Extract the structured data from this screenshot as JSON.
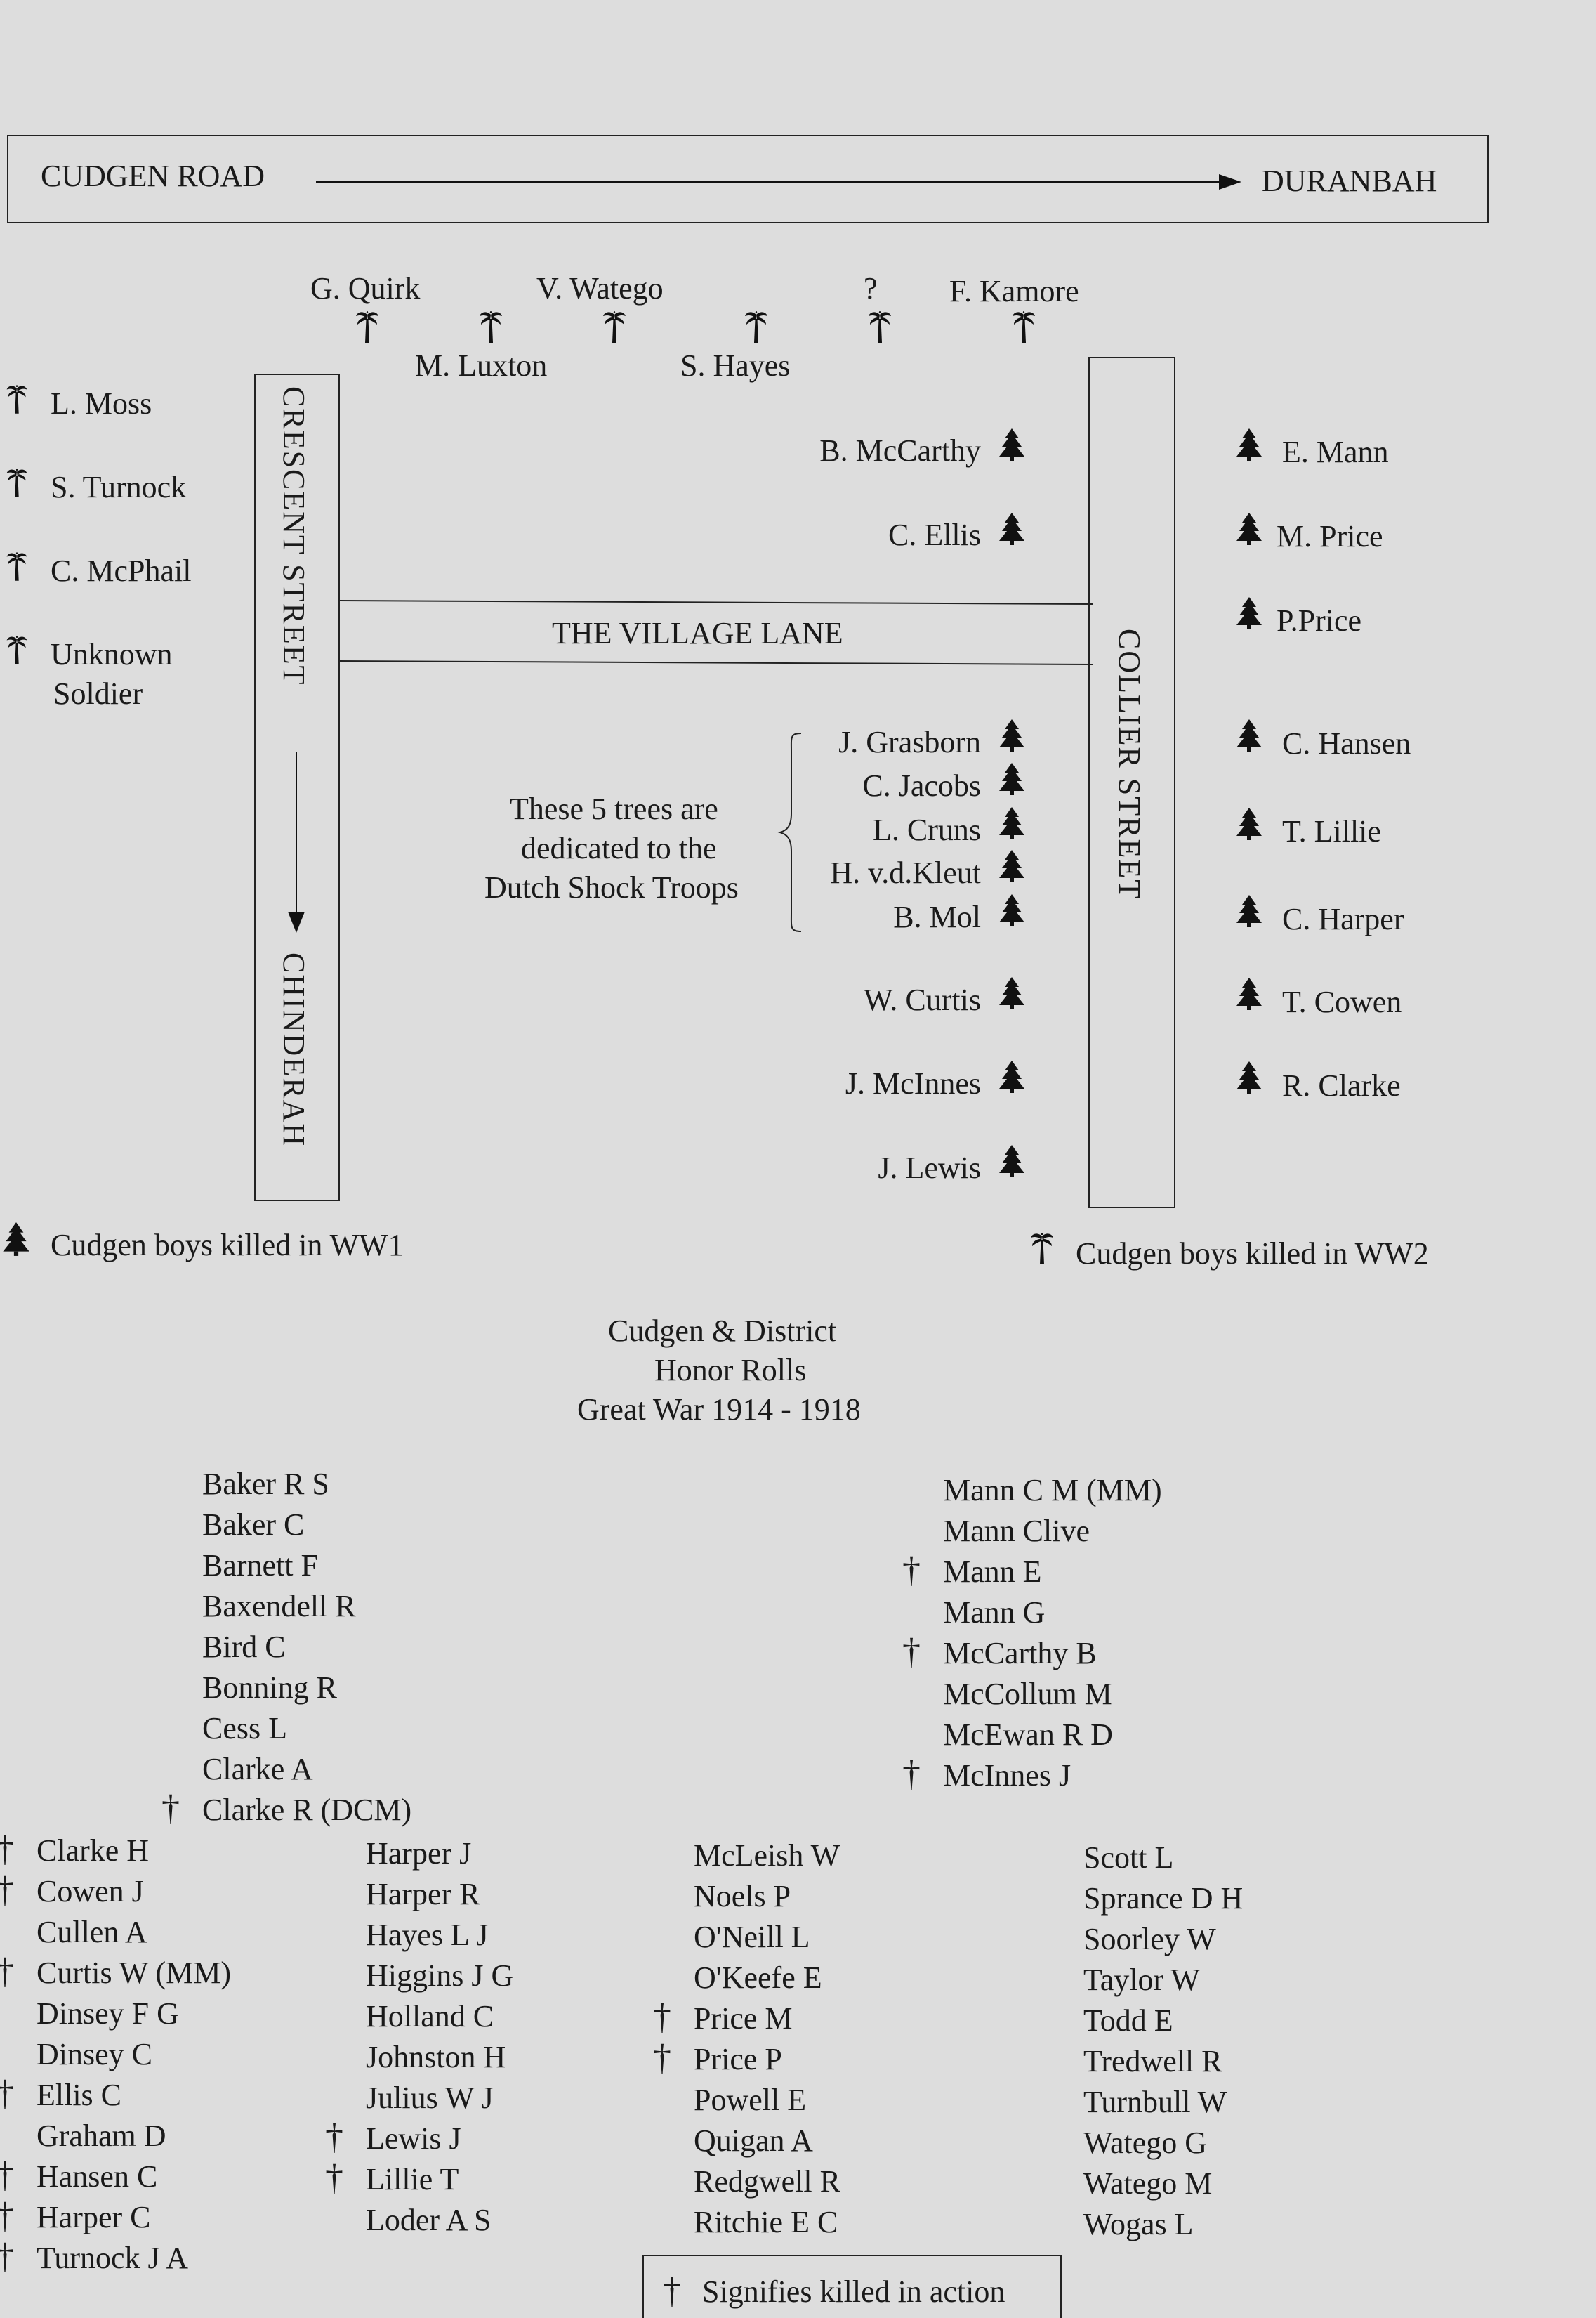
{
  "map": {
    "road": {
      "from": "CUDGEN ROAD",
      "to": "DURANBAH"
    },
    "crescent_street": "CRESCENT STREET",
    "chinderah": "CHINDERAH",
    "collier_street": "COLLIER STREET",
    "village_lane": "THE VILLAGE LANE",
    "top_trees": [
      {
        "name": "G. Quirk",
        "kind": "ww2"
      },
      {
        "name": "M. Luxton",
        "kind": "ww2"
      },
      {
        "name": "V. Watego",
        "kind": "ww2"
      },
      {
        "name": "S. Hayes",
        "kind": "ww2"
      },
      {
        "name": "?",
        "kind": "ww2"
      },
      {
        "name": "F. Kamore",
        "kind": "ww2"
      }
    ],
    "left_trees": [
      "L. Moss",
      "S. Turnock",
      "C. McPhail"
    ],
    "left_unknown": {
      "line1": "Unknown",
      "line2": "Soldier"
    },
    "inner_trees_top": [
      "B. McCarthy",
      "C. Ellis"
    ],
    "dutch_trees": [
      "J. Grasborn",
      "C. Jacobs",
      "L. Cruns",
      "H. v.d.Kleut",
      "B. Mol"
    ],
    "dutch_note": [
      "These 5 trees are",
      "dedicated to the",
      "Dutch Shock Troops"
    ],
    "inner_trees_bottom": [
      "W. Curtis",
      "J. McInnes",
      "J. Lewis"
    ],
    "right_trees_top": [
      "E. Mann",
      "M. Price",
      "P.Price"
    ],
    "right_trees_bottom": [
      "C. Hansen",
      "T. Lillie",
      "C. Harper",
      "T. Cowen",
      "R. Clarke"
    ],
    "legend": {
      "ww1": "Cudgen boys killed in WW1",
      "ww2": "Cudgen boys killed in WW2"
    },
    "icons": {
      "ww1": "pine-tree-icon",
      "ww2": "palm-tree-icon"
    }
  },
  "honor_title": [
    "Cudgen & District",
    "Honor Rolls",
    "Great War 1914 - 1918"
  ],
  "roll": {
    "col_a": [
      {
        "name": "Baker R S",
        "killed": false
      },
      {
        "name": "Baker C",
        "killed": false
      },
      {
        "name": "Barnett F",
        "killed": false
      },
      {
        "name": "Baxendell R",
        "killed": false
      },
      {
        "name": "Bird C",
        "killed": false
      },
      {
        "name": "Bonning R",
        "killed": false
      },
      {
        "name": "Cess L",
        "killed": false
      },
      {
        "name": "Clarke A",
        "killed": false
      },
      {
        "name": "Clarke R (DCM)",
        "killed": true
      }
    ],
    "col_b": [
      {
        "name": "Mann C M (MM)",
        "killed": false
      },
      {
        "name": "Mann Clive",
        "killed": false
      },
      {
        "name": "Mann E",
        "killed": true
      },
      {
        "name": "Mann G",
        "killed": false
      },
      {
        "name": "McCarthy B",
        "killed": true
      },
      {
        "name": "McCollum M",
        "killed": false
      },
      {
        "name": "McEwan R D",
        "killed": false
      },
      {
        "name": "McInnes J",
        "killed": true
      }
    ],
    "col_1": [
      {
        "name": "Clarke H",
        "killed": true
      },
      {
        "name": "Cowen J",
        "killed": true
      },
      {
        "name": "Cullen A",
        "killed": false
      },
      {
        "name": "Curtis W (MM)",
        "killed": true
      },
      {
        "name": "Dinsey F G",
        "killed": false
      },
      {
        "name": "Dinsey C",
        "killed": false
      },
      {
        "name": "Ellis C",
        "killed": true
      },
      {
        "name": "Graham D",
        "killed": false
      },
      {
        "name": "Hansen C",
        "killed": true
      },
      {
        "name": "Harper C",
        "killed": true
      },
      {
        "name": "Turnock J A",
        "killed": true
      }
    ],
    "col_2": [
      {
        "name": "Harper J",
        "killed": false
      },
      {
        "name": "Harper R",
        "killed": false
      },
      {
        "name": "Hayes L J",
        "killed": false
      },
      {
        "name": "Higgins J G",
        "killed": false
      },
      {
        "name": "Holland C",
        "killed": false
      },
      {
        "name": "Johnston H",
        "killed": false
      },
      {
        "name": "Julius W J",
        "killed": false
      },
      {
        "name": "Lewis J",
        "killed": true
      },
      {
        "name": "Lillie T",
        "killed": true
      },
      {
        "name": "Loder A S",
        "killed": false
      }
    ],
    "col_3": [
      {
        "name": "McLeish W",
        "killed": false
      },
      {
        "name": "Noels P",
        "killed": false
      },
      {
        "name": "O'Neill L",
        "killed": false
      },
      {
        "name": "O'Keefe E",
        "killed": false
      },
      {
        "name": "Price M",
        "killed": true
      },
      {
        "name": "Price P",
        "killed": true
      },
      {
        "name": "Powell E",
        "killed": false
      },
      {
        "name": "Quigan A",
        "killed": false
      },
      {
        "name": "Redgwell R",
        "killed": false
      },
      {
        "name": "Ritchie E C",
        "killed": false
      }
    ],
    "col_4": [
      {
        "name": "Scott L",
        "killed": false
      },
      {
        "name": "Sprance D H",
        "killed": false
      },
      {
        "name": "Soorley W",
        "killed": false
      },
      {
        "name": "Taylor W",
        "killed": false
      },
      {
        "name": "Todd E",
        "killed": false
      },
      {
        "name": "Tredwell R",
        "killed": false
      },
      {
        "name": "Turnbull W",
        "killed": false
      },
      {
        "name": "Watego G",
        "killed": false
      },
      {
        "name": "Watego M",
        "killed": false
      },
      {
        "name": "Wogas L",
        "killed": false
      }
    ]
  },
  "footnote": {
    "cross": "†",
    "text": "Signifies killed in action"
  }
}
